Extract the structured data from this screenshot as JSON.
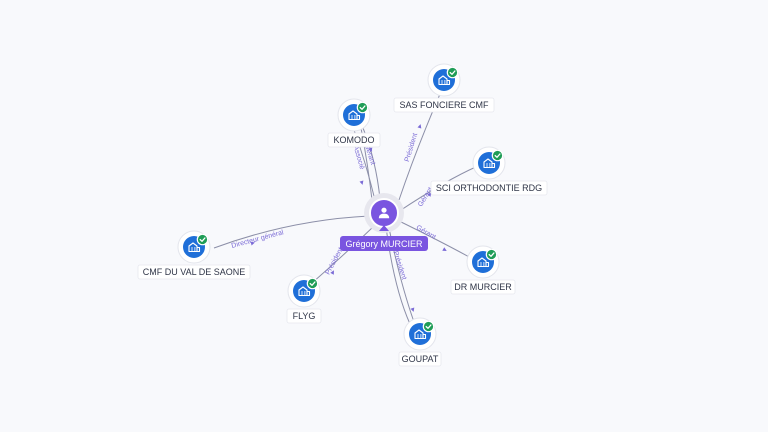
{
  "center": {
    "name": "Grégory MURCIER",
    "icon": "person-icon",
    "color": "#7a55e0"
  },
  "colors": {
    "company": "#1f6fd8",
    "verified": "#1f9d57",
    "edge_label": "#7b6bd6"
  },
  "companies": [
    {
      "id": "sas-fonciere-cmf",
      "name": "SAS FONCIERE CMF",
      "icon": "building-icon",
      "verified": true
    },
    {
      "id": "komodo",
      "name": "KOMODO",
      "icon": "building-icon",
      "verified": true
    },
    {
      "id": "sci-orthodontie-rdg",
      "name": "SCI ORTHODONTIE RDG",
      "icon": "building-icon",
      "verified": true
    },
    {
      "id": "cmf-du-val-de-saone",
      "name": "CMF DU VAL DE SAONE",
      "icon": "building-icon",
      "verified": true
    },
    {
      "id": "dr-murcier",
      "name": "DR MURCIER",
      "icon": "building-icon",
      "verified": true
    },
    {
      "id": "flyg",
      "name": "FLYG",
      "icon": "building-icon",
      "verified": true
    },
    {
      "id": "goupat",
      "name": "GOUPAT",
      "icon": "building-icon",
      "verified": true
    }
  ],
  "relations": [
    {
      "id": "rel-fonciere",
      "target": "sas-fonciere-cmf",
      "label": "Président"
    },
    {
      "id": "rel-komodo-gerant",
      "target": "komodo",
      "label": "Gérant"
    },
    {
      "id": "rel-komodo-associe",
      "target": "komodo",
      "label": "Associé"
    },
    {
      "id": "rel-sci",
      "target": "sci-orthodontie-rdg",
      "label": "Gérant"
    },
    {
      "id": "rel-cmf",
      "target": "cmf-du-val-de-saone",
      "label": "Directeur général"
    },
    {
      "id": "rel-dr",
      "target": "dr-murcier",
      "label": "Gérant"
    },
    {
      "id": "rel-flyg",
      "target": "flyg",
      "label": "Président"
    },
    {
      "id": "rel-goupat",
      "target": "goupat",
      "label": "Président"
    }
  ]
}
